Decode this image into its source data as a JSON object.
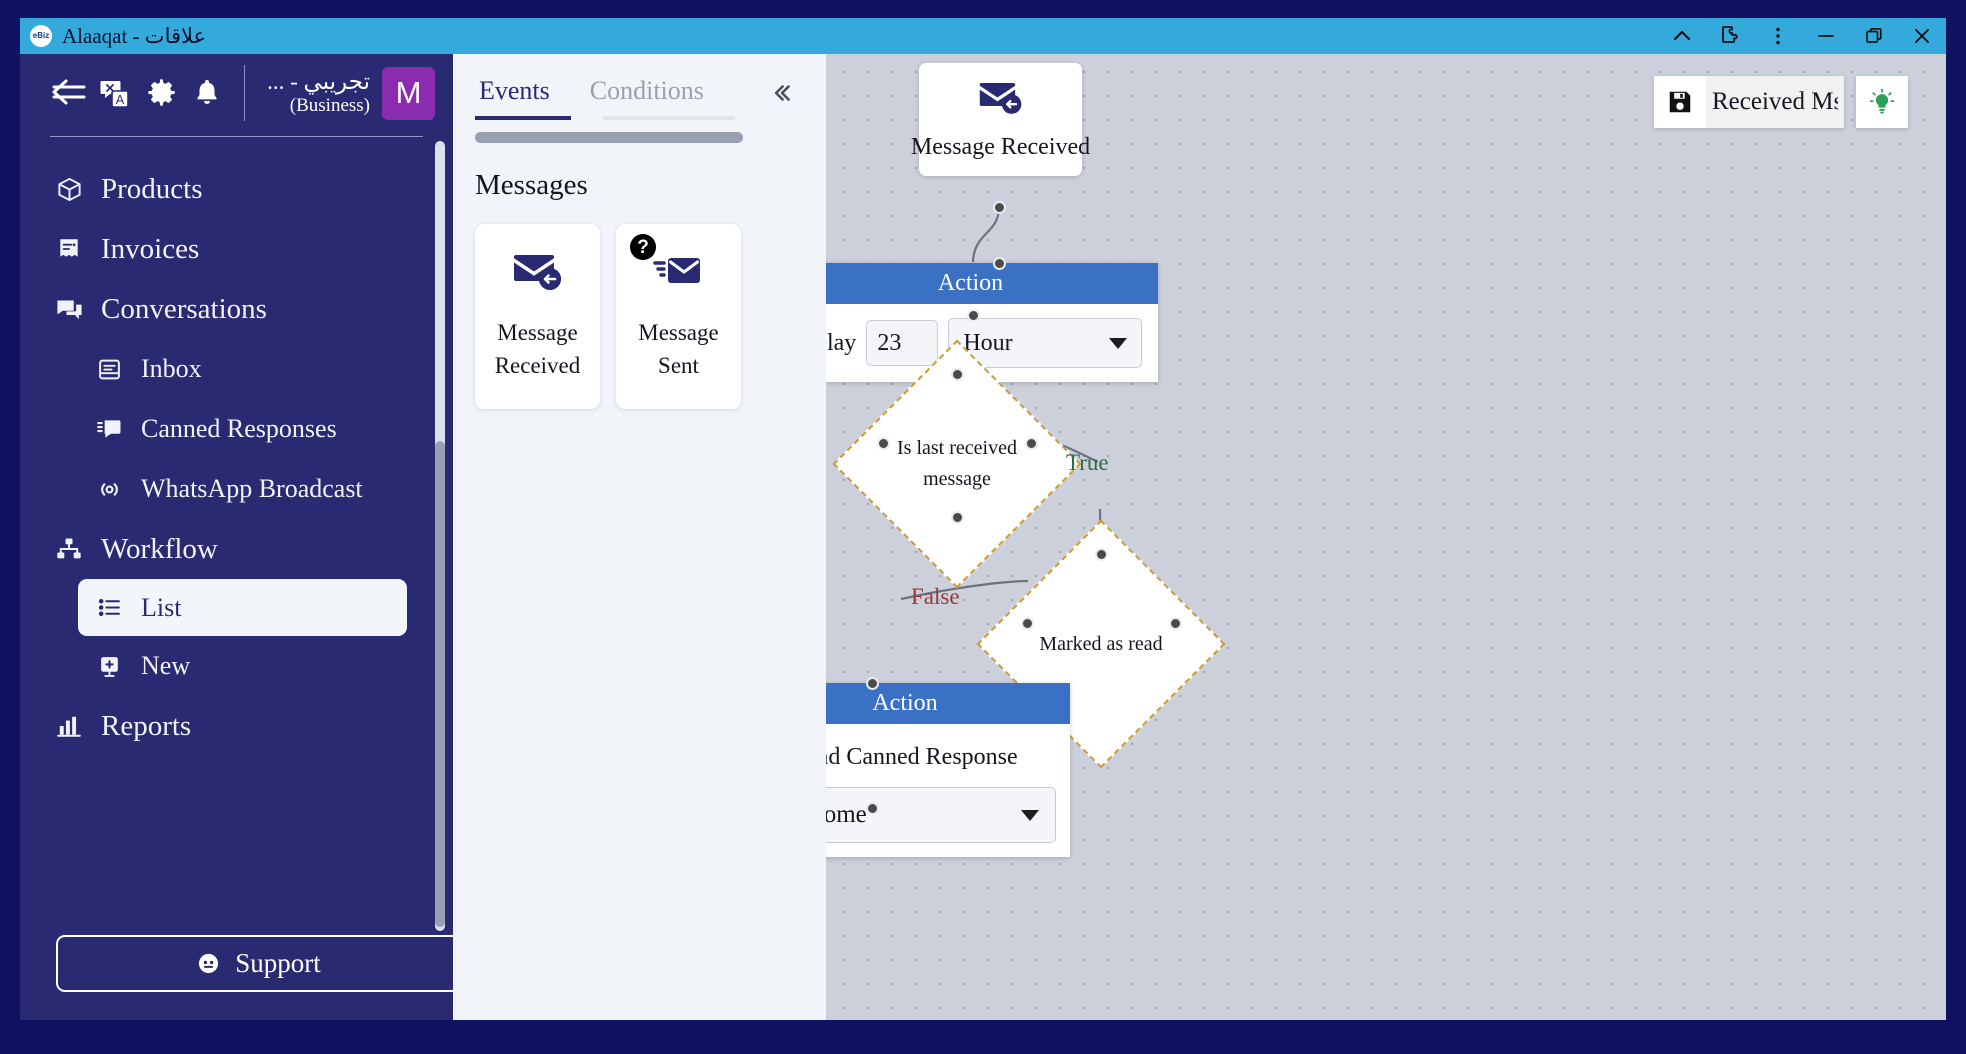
{
  "window": {
    "title": "Alaaqat - علاقات",
    "logo_text": "eBiz",
    "controls": [
      {
        "name": "chevron-up-icon",
        "label": "Collapse toolbar"
      },
      {
        "name": "extensions-icon",
        "label": "Extensions"
      },
      {
        "name": "more-menu-icon",
        "label": "More"
      },
      {
        "name": "minimize-icon",
        "label": "Minimize"
      },
      {
        "name": "maximize-icon",
        "label": "Maximize"
      },
      {
        "name": "close-icon",
        "label": "Close"
      }
    ]
  },
  "sidebar": {
    "topbar": {
      "back_icon": "back-arrow-icon",
      "translate_icon": "translate-icon",
      "settings_icon": "gear-icon",
      "notifications_icon": "bell-icon",
      "business_name": "... - تجريبي",
      "business_type": "(Business)",
      "avatar_initial": "M"
    },
    "items": [
      {
        "label": "Products",
        "icon": "box-icon",
        "level": "top",
        "active": false
      },
      {
        "label": "Invoices",
        "icon": "invoice-icon",
        "level": "top",
        "active": false
      },
      {
        "label": "Conversations",
        "icon": "chat-icon",
        "level": "top",
        "active": false
      },
      {
        "label": "Inbox",
        "icon": "inbox-icon",
        "level": "sub",
        "active": false
      },
      {
        "label": "Canned Responses",
        "icon": "canned-icon",
        "level": "sub",
        "active": false
      },
      {
        "label": "WhatsApp Broadcast",
        "icon": "broadcast-icon",
        "level": "sub",
        "active": false
      },
      {
        "label": "Workflow",
        "icon": "workflow-icon",
        "level": "top",
        "active": false
      },
      {
        "label": "List",
        "icon": "list-icon",
        "level": "sub",
        "active": true
      },
      {
        "label": "New",
        "icon": "new-icon",
        "level": "sub",
        "active": false
      },
      {
        "label": "Reports",
        "icon": "reports-icon",
        "level": "top",
        "active": false
      }
    ],
    "support_label": "Support",
    "support_icon": "support-face-icon"
  },
  "panel": {
    "tabs": [
      {
        "label": "Events",
        "active": true
      },
      {
        "label": "Conditions",
        "active": false
      }
    ],
    "collapse_icon": "chevron-double-left-icon",
    "section_title": "Messages",
    "cards": [
      {
        "label": "Message\nReceived",
        "line1": "Message",
        "line2": "Received",
        "icon": "envelope-received-icon",
        "badge": null
      },
      {
        "label": "Message\nSent",
        "line1": "Message",
        "line2": "Sent",
        "icon": "envelope-sent-icon",
        "badge": "?"
      }
    ]
  },
  "canvas": {
    "toolbar": {
      "save_icon": "save-disk-icon",
      "workflow_name": "Received Msg",
      "hint_icon": "lightbulb-icon",
      "hint_color": "#2aa05a"
    },
    "nodes": {
      "event_message_received": {
        "type": "event",
        "label": "Message Received",
        "icon": "envelope-received-icon"
      },
      "action_delay": {
        "type": "action",
        "header": "Action",
        "delay_label": "Delay",
        "delay_value": "23",
        "unit_value": "Hour"
      },
      "condition_last_received": {
        "type": "condition",
        "label": "Is last received message"
      },
      "condition_marked_read": {
        "type": "condition",
        "label": "Marked as read"
      },
      "action_canned": {
        "type": "action",
        "header": "Action",
        "title": "Send Canned Response",
        "canned_value": "Welcome"
      }
    },
    "edge_labels": [
      {
        "text": "True",
        "color": "#2e6b46"
      },
      {
        "text": "False",
        "color": "#9e3636"
      }
    ]
  },
  "colors": {
    "titlebar": "#34a9dc",
    "sidebar": "#2a2a72",
    "accent_purple": "#8b2bb0",
    "action_header": "#3a71c4",
    "condition_border": "#cb9a36",
    "canvas_bg": "#ccd0da",
    "true_green": "#2e6b46",
    "false_red": "#9e3636"
  }
}
